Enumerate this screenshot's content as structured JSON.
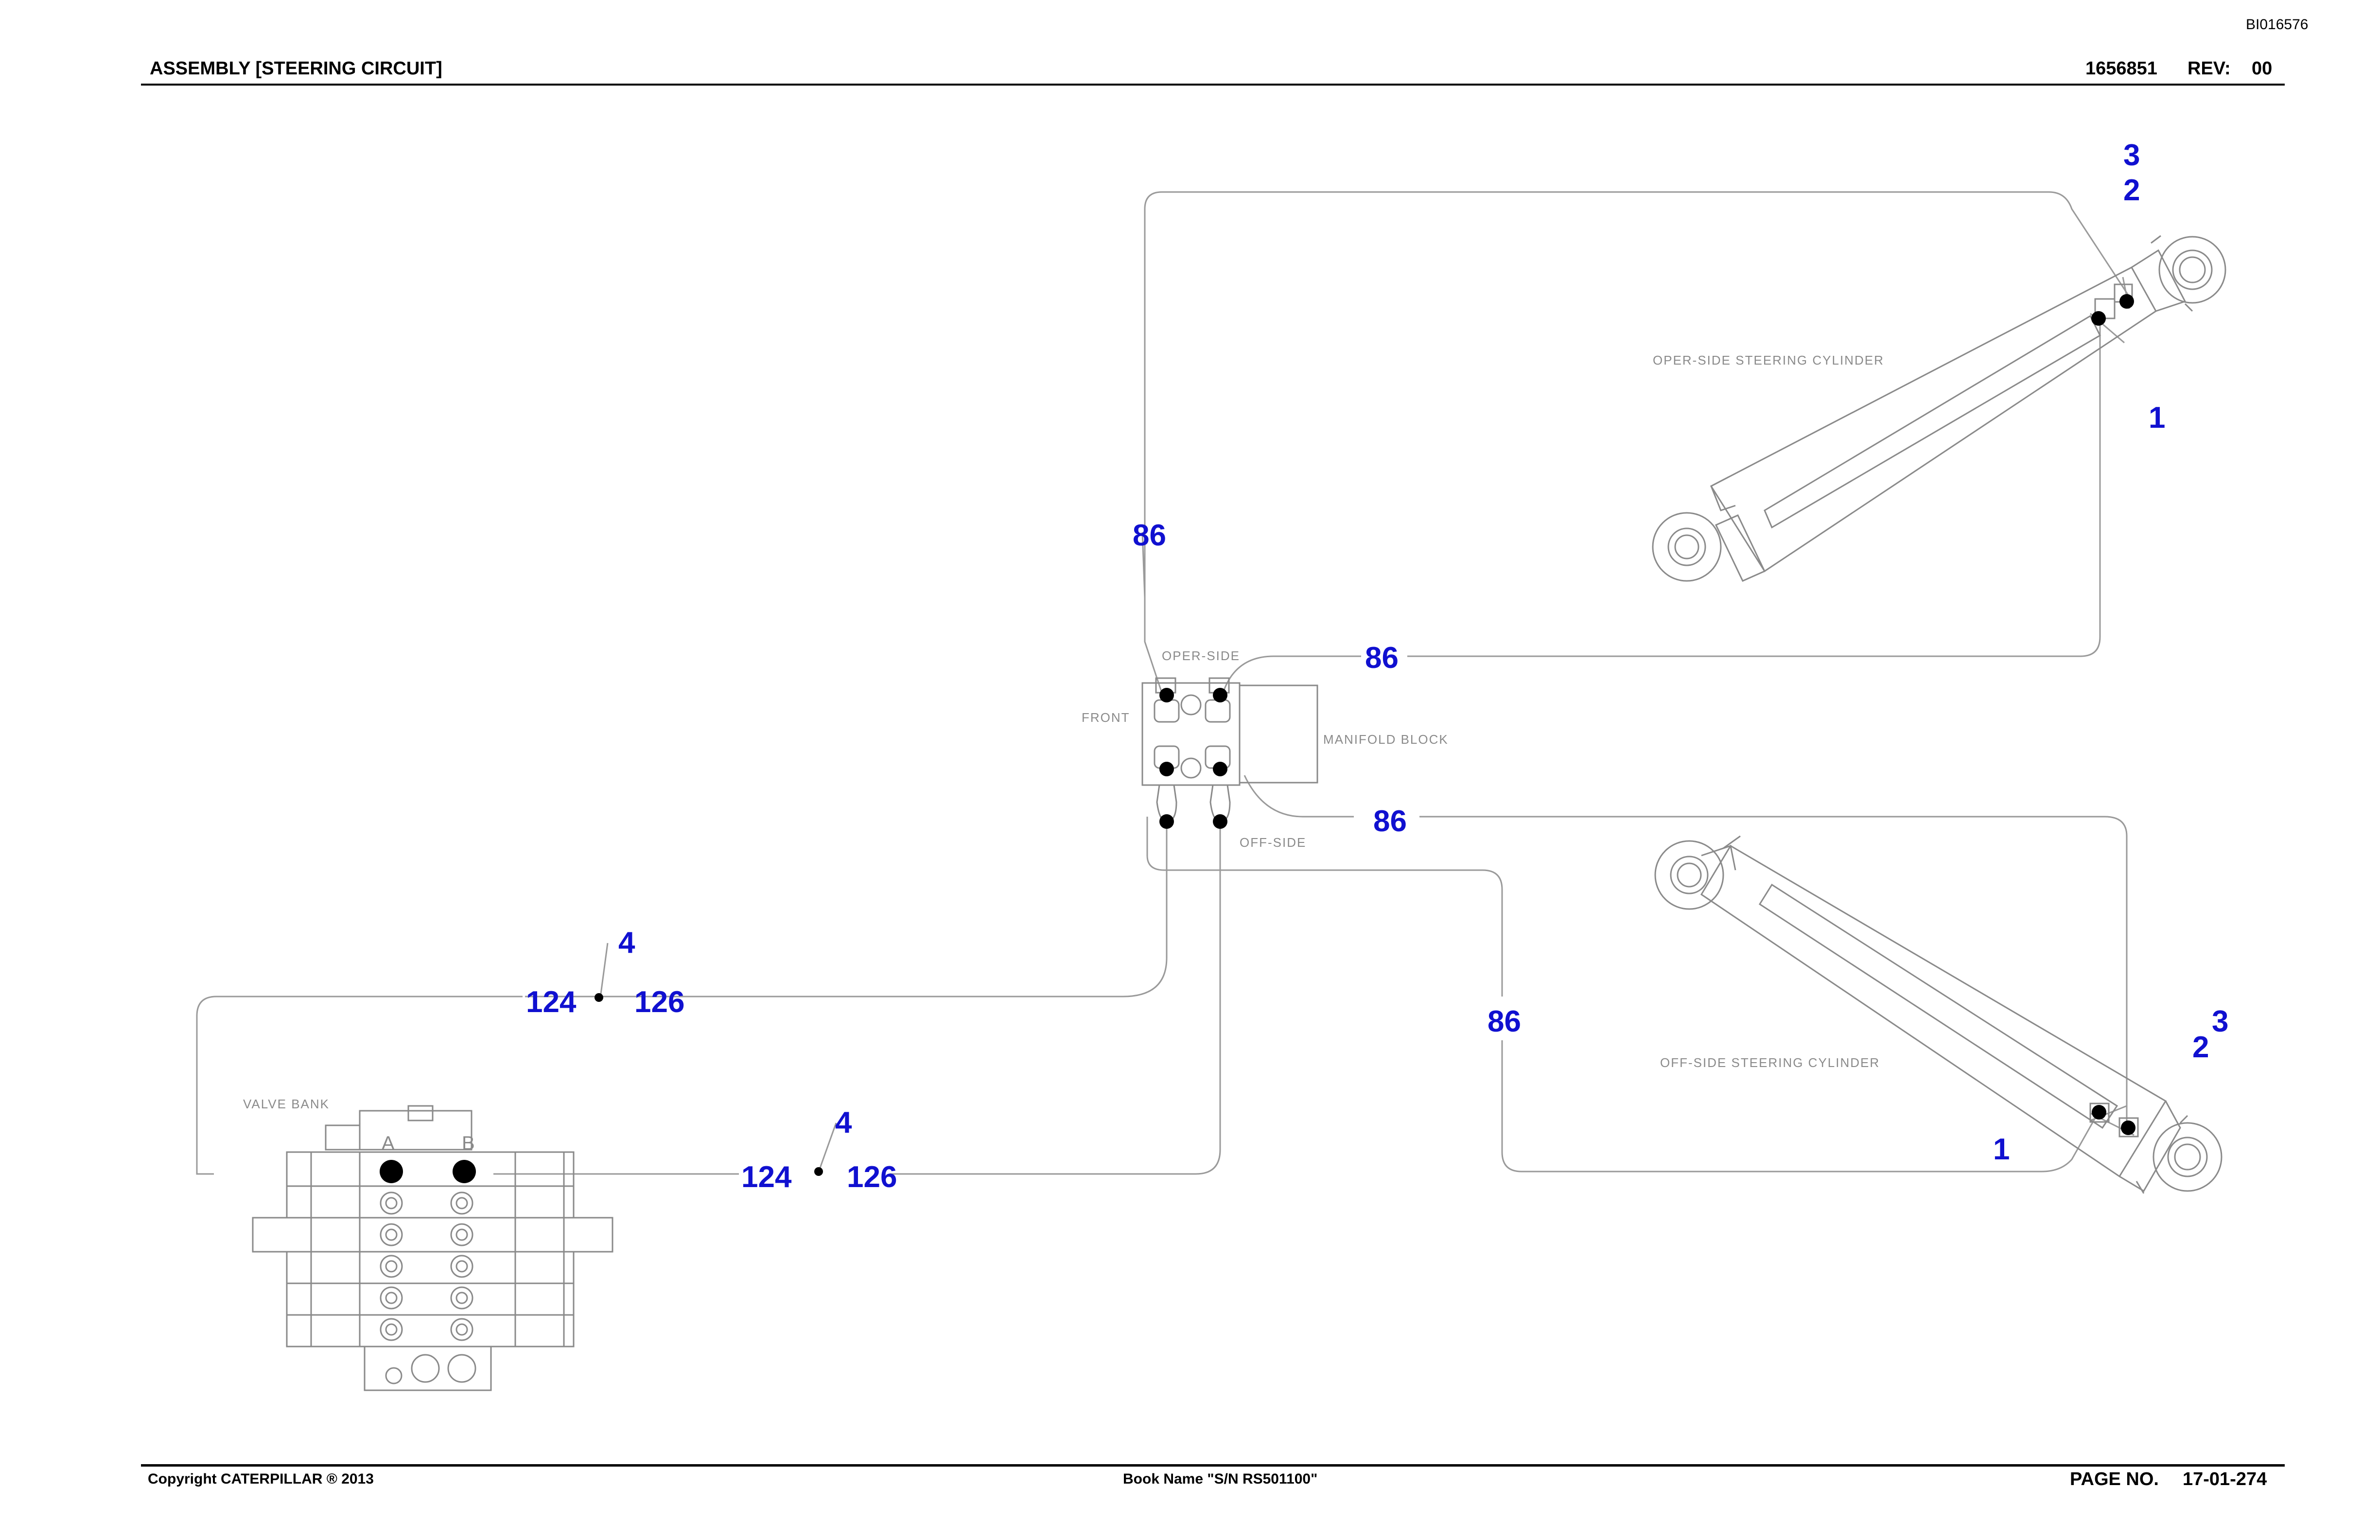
{
  "header": {
    "doc_code": "BI016576",
    "title": "ASSEMBLY [STEERING CIRCUIT]",
    "part_number": "1656851",
    "rev_label": "REV:",
    "rev_value": "00"
  },
  "footer": {
    "copyright": "Copyright CATERPILLAR ® 2013",
    "book_name": "Book Name \"S/N RS501100\"",
    "page_label": "PAGE NO.",
    "page_value": "17-01-274"
  },
  "labels": {
    "oper_side_cylinder": "OPER-SIDE STEERING CYLINDER",
    "off_side_cylinder": "OFF-SIDE STEERING CYLINDER",
    "manifold_block": "MANIFOLD BLOCK",
    "front": "FRONT",
    "oper_side": "OPER-SIDE",
    "off_side": "OFF-SIDE",
    "valve_bank": "VALVE BANK",
    "port_a": "A",
    "port_b": "B"
  },
  "callouts": {
    "upper_cyl_3": "3",
    "upper_cyl_2": "2",
    "upper_cyl_1": "1",
    "hose_86_top_left": "86",
    "hose_86_top_right": "86",
    "hose_86_mid_right": "86",
    "hose_86_lower": "86",
    "lower_cyl_3": "3",
    "lower_cyl_2": "2",
    "lower_cyl_1": "1",
    "upper_line_4": "4",
    "upper_line_124": "124",
    "upper_line_126": "126",
    "lower_line_4": "4",
    "lower_line_124": "124",
    "lower_line_126": "126"
  }
}
